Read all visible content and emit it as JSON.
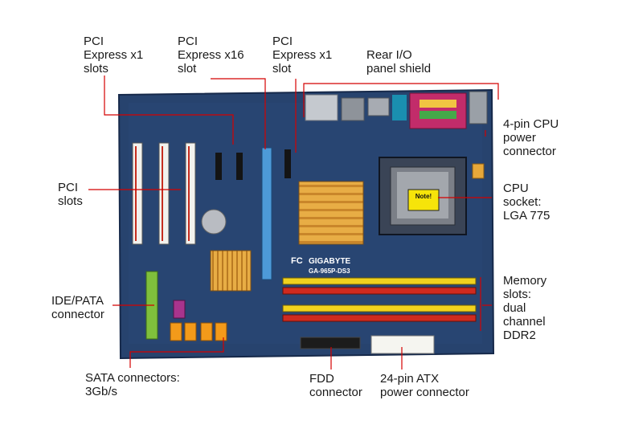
{
  "diagram": {
    "board": {
      "brand_logo": "GIGABYTE",
      "model_text": "GA-965P-DS3",
      "note_sticker": "Note!",
      "fc_mark": "FC"
    },
    "labels": {
      "pci_express_x1_left": "PCI\nExpress x1\nslots",
      "pci_express_x16": "PCI\nExpress x16\nslot",
      "pci_express_x1_right": "PCI\nExpress x1\nslot",
      "rear_io": "Rear I/O\npanel shield",
      "cpu_power": "4-pin CPU\npower\nconnector",
      "pci_slots": "PCI\nslots",
      "cpu_socket": "CPU\nsocket:\nLGA 775",
      "ide_pata": "IDE/PATA\nconnector",
      "memory_slots": "Memory\nslots:\ndual\nchannel\nDDR2",
      "sata": "SATA connectors:\n3Gb/s",
      "fdd": "FDD\nconnector",
      "atx_power": "24-pin ATX\npower connector"
    },
    "colors": {
      "pcb": "#27436e",
      "leader_line": "#d40000",
      "pci_slot": "#f2f2ee",
      "pcie_x16": "#4d9ad8",
      "ide": "#7fc03c",
      "sata": "#f39a1a",
      "dimm_yellow": "#f1d21e",
      "dimm_red": "#cf2a1f",
      "heatsink": "#e2a63a"
    }
  }
}
